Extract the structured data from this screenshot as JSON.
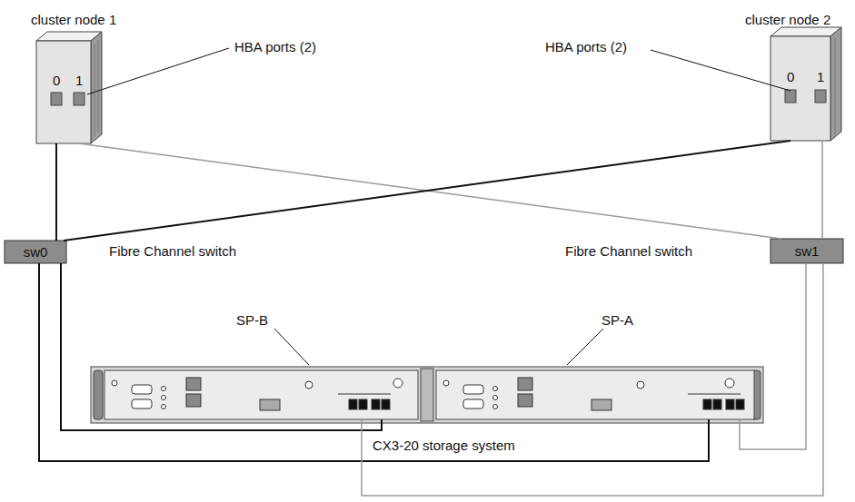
{
  "diagram": {
    "nodes": [
      {
        "text": [
          "cluster node 1"
        ]
      },
      {
        "text": [
          "cluster node 2"
        ]
      },
      {
        "text": [
          "sw0"
        ]
      },
      {
        "text": [
          "sw1"
        ]
      },
      {
        "text": [
          "CX3-20 storage system"
        ]
      },
      {
        "text": [
          "SP-B"
        ],
        "in": 4
      },
      {
        "text": [
          "SP-A"
        ],
        "in": 4
      }
    ],
    "edges": [
      {
        "from": 0,
        "to": 2,
        "arrow": "none"
      },
      {
        "from": 0,
        "to": 3,
        "arrow": "none"
      },
      {
        "from": 1,
        "to": 2,
        "arrow": "none"
      },
      {
        "from": 1,
        "to": 3,
        "arrow": "none"
      },
      {
        "from": 2,
        "to": 5,
        "arrow": "none"
      },
      {
        "from": 2,
        "to": 6,
        "arrow": "none"
      },
      {
        "from": 3,
        "to": 6,
        "arrow": "none"
      },
      {
        "from": 3,
        "to": 5,
        "arrow": "none"
      }
    ],
    "labels": [
      "0",
      "1",
      "HBA ports (2)",
      "HBA ports (2)",
      "0",
      "1",
      "Fibre Channel switch",
      "Fibre Channel switch"
    ]
  }
}
